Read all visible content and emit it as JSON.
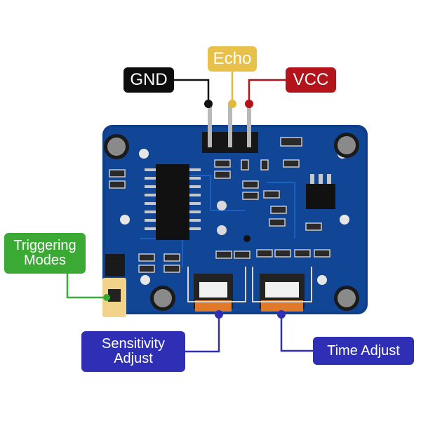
{
  "labels": {
    "gnd": "GND",
    "echo": "Echo",
    "vcc": "VCC",
    "triggering_modes": "Triggering\nModes",
    "sensitivity_adjust": "Sensitivity\nAdjust",
    "time_adjust": "Time Adjust"
  },
  "colors": {
    "board": "#0f3f8a",
    "gnd": "#0d0d0d",
    "echo": "#e8c14a",
    "vcc": "#b3141b",
    "triggering_modes": "#3aaa35",
    "adjust_labels": "#2f2fb6",
    "potentiometer_knob": "#e07a2a",
    "jumper": "#f1d38a"
  }
}
